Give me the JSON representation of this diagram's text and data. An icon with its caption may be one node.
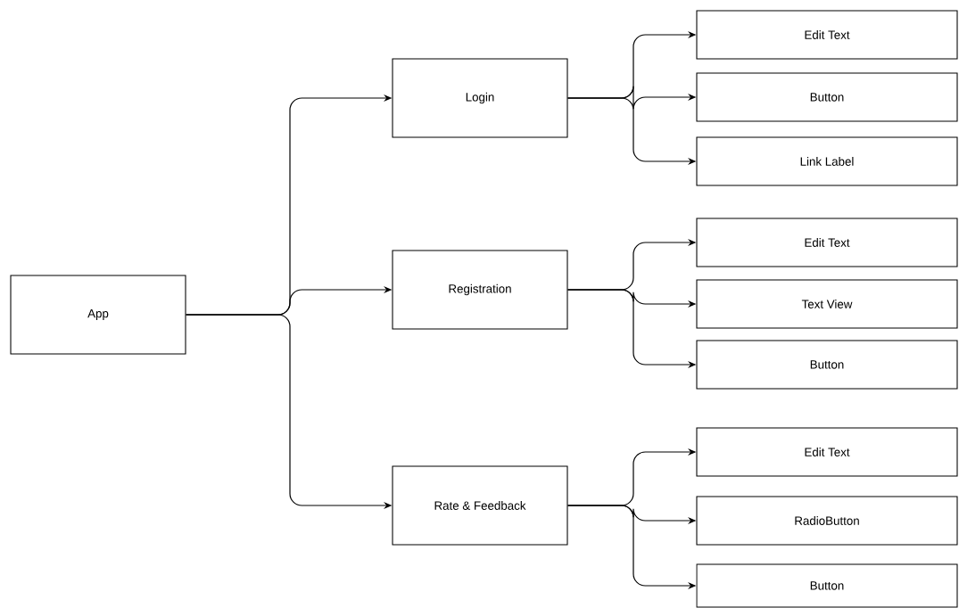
{
  "diagram": {
    "nodes": [
      {
        "text": [
          "App"
        ]
      },
      {
        "text": [
          "Login"
        ]
      },
      {
        "text": [
          "Registration"
        ]
      },
      {
        "text": [
          "Rate & Feedback"
        ]
      },
      {
        "text": [
          "Edit Text"
        ]
      },
      {
        "text": [
          "Button"
        ]
      },
      {
        "text": [
          "Link Label"
        ]
      },
      {
        "text": [
          "Edit Text"
        ]
      },
      {
        "text": [
          "Text View"
        ]
      },
      {
        "text": [
          "Button"
        ]
      },
      {
        "text": [
          "Edit Text"
        ]
      },
      {
        "text": [
          "RadioButton"
        ]
      },
      {
        "text": [
          "Button"
        ]
      }
    ],
    "edges": [
      {
        "from": 0,
        "to": 1,
        "arrow": "to"
      },
      {
        "from": 0,
        "to": 2,
        "arrow": "to"
      },
      {
        "from": 0,
        "to": 3,
        "arrow": "to"
      },
      {
        "from": 1,
        "to": 4,
        "arrow": "to"
      },
      {
        "from": 1,
        "to": 5,
        "arrow": "to"
      },
      {
        "from": 1,
        "to": 6,
        "arrow": "to"
      },
      {
        "from": 2,
        "to": 7,
        "arrow": "to"
      },
      {
        "from": 2,
        "to": 8,
        "arrow": "to"
      },
      {
        "from": 2,
        "to": 9,
        "arrow": "to"
      },
      {
        "from": 3,
        "to": 10,
        "arrow": "to"
      },
      {
        "from": 3,
        "to": 11,
        "arrow": "to"
      },
      {
        "from": 3,
        "to": 12,
        "arrow": "to"
      }
    ]
  }
}
